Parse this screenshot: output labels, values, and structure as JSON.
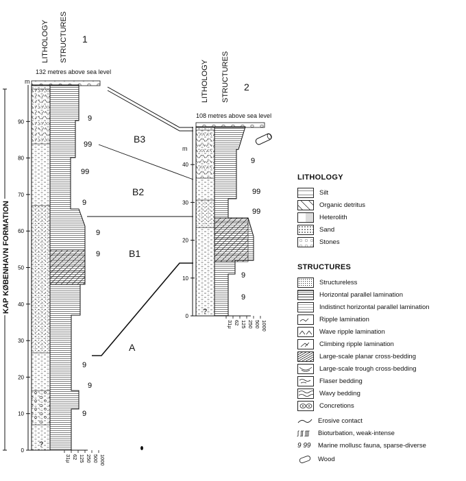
{
  "section1": {
    "number": "1",
    "lithology_header": "LITHOLOGY",
    "structures_header": "STRUCTURES",
    "elevation": "132 metres above sea level",
    "axis_unit": "m",
    "ticks": [
      "0",
      "10",
      "20",
      "30",
      "40",
      "50",
      "60",
      "70",
      "80",
      "90"
    ],
    "grain_scale": [
      "31μ",
      "62",
      "125",
      "250",
      "500",
      "1000"
    ],
    "bottom_mark": "?",
    "fauna_marks": [
      "9",
      "99",
      "99",
      "9",
      "9",
      "9",
      "9",
      "9",
      "9"
    ]
  },
  "section2": {
    "number": "2",
    "lithology_header": "LITHOLOGY",
    "structures_header": "STRUCTURES",
    "elevation": "108 metres above sea level",
    "axis_unit": "m",
    "ticks": [
      "0",
      "10",
      "20",
      "30",
      "40"
    ],
    "grain_scale": [
      "31μ",
      "62",
      "125",
      "250",
      "500",
      "1000"
    ],
    "bottom_mark": "?",
    "fauna_marks": [
      "9",
      "99",
      "99",
      "9",
      "9"
    ]
  },
  "formation_label": "KAP KØBENHAVN FORMATION",
  "units": [
    "B3",
    "B2",
    "B1",
    "A"
  ],
  "legend": {
    "lithology_title": "LITHOLOGY",
    "lithology": [
      "Silt",
      "Organic detritus",
      "Heterolith",
      "Sand",
      "Stones"
    ],
    "structures_title": "STRUCTURES",
    "structures": [
      "Structureless",
      "Horizontal parallel lamination",
      "Indistinct horizontal parallel lamination",
      "Ripple lamination",
      "Wave ripple lamination",
      "Climbing ripple lamination",
      "Large-scale planar cross-bedding",
      "Large-scale trough cross-bedding",
      "Flaser bedding",
      "Wavy bedding",
      "Concretions"
    ],
    "symbols": [
      "Erosive contact",
      "Bioturbation, weak-intense",
      "Marine mollusc fauna, sparse-diverse",
      "Wood"
    ],
    "bioturbation_glyph": "ʃ ʃʃ ʃʃʃ",
    "fauna_glyph": "9 99"
  }
}
